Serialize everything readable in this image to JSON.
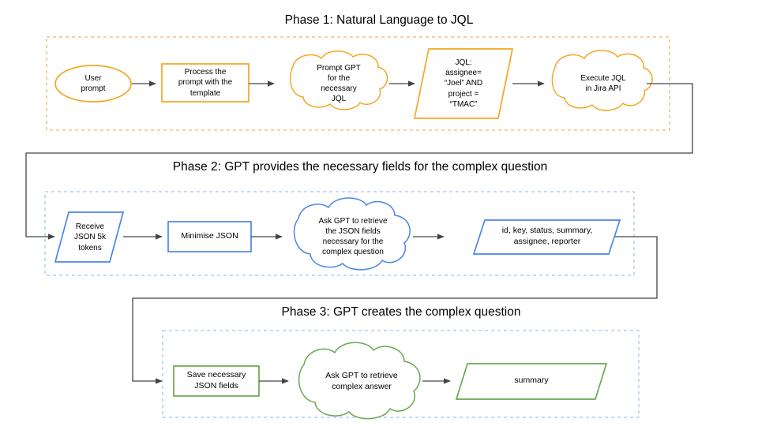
{
  "diagram": {
    "title_bar": null,
    "colors": {
      "phase1": "#F5A623",
      "phase1_dash": "#F0B860",
      "phase2": "#4A86E8",
      "phase2_dash": "#9FC5F8",
      "phase3": "#6AA84F",
      "phase3_dash": "#9FC5F8",
      "connector": "#444444",
      "text": "#000000",
      "background": "#FFFFFF"
    },
    "phases": [
      {
        "id": "phase-1",
        "title": "Phase 1: Natural Language to JQL",
        "accent": "#F5A623",
        "nodes": [
          {
            "id": "user-prompt",
            "shape": "ellipse",
            "label": "User\nprompt"
          },
          {
            "id": "process-prompt",
            "shape": "rectangle",
            "label": "Process the\nprompt with the\ntemplate"
          },
          {
            "id": "prompt-gpt-jql",
            "shape": "cloud",
            "label": "Prompt GPT\nfor the\nnecessary\nJQL"
          },
          {
            "id": "jql-result",
            "shape": "parallelogram",
            "label": "JQL:\nassignee=\n“Joel” AND\nproject =\n“TMAC”"
          },
          {
            "id": "execute-jql",
            "shape": "cloud",
            "label": "Execute JQL\nin Jira API"
          }
        ]
      },
      {
        "id": "phase-2",
        "title": "Phase 2: GPT provides the necessary fields for the complex question",
        "accent": "#4A86E8",
        "nodes": [
          {
            "id": "receive-json",
            "shape": "parallelogram",
            "label": "Receive\nJSON 5k\ntokens"
          },
          {
            "id": "minimise-json",
            "shape": "rectangle",
            "label": "Minimise JSON"
          },
          {
            "id": "ask-gpt-fields",
            "shape": "cloud",
            "label": "Ask GPT to retrieve\nthe JSON fields\nnecessary for the\ncomplex question"
          },
          {
            "id": "json-fields",
            "shape": "parallelogram",
            "label": "id, key, status, summary,\nassignee, reporter"
          }
        ]
      },
      {
        "id": "phase-3",
        "title": "Phase 3: GPT creates the complex question",
        "accent": "#6AA84F",
        "nodes": [
          {
            "id": "save-json-fields",
            "shape": "rectangle",
            "label": "Save necessary\nJSON fields"
          },
          {
            "id": "ask-gpt-answer",
            "shape": "cloud",
            "label": "Ask GPT to retrieve\ncomplex answer"
          },
          {
            "id": "summary",
            "shape": "parallelogram",
            "label": "summary"
          }
        ]
      }
    ]
  }
}
